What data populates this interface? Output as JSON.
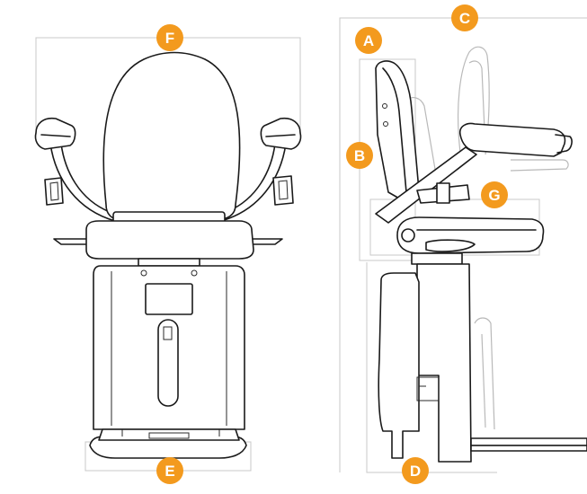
{
  "accent_color": "#f39a1e",
  "labels": {
    "a": "A",
    "b": "B",
    "c": "C",
    "d": "D",
    "e": "E",
    "f": "F",
    "g": "G"
  }
}
